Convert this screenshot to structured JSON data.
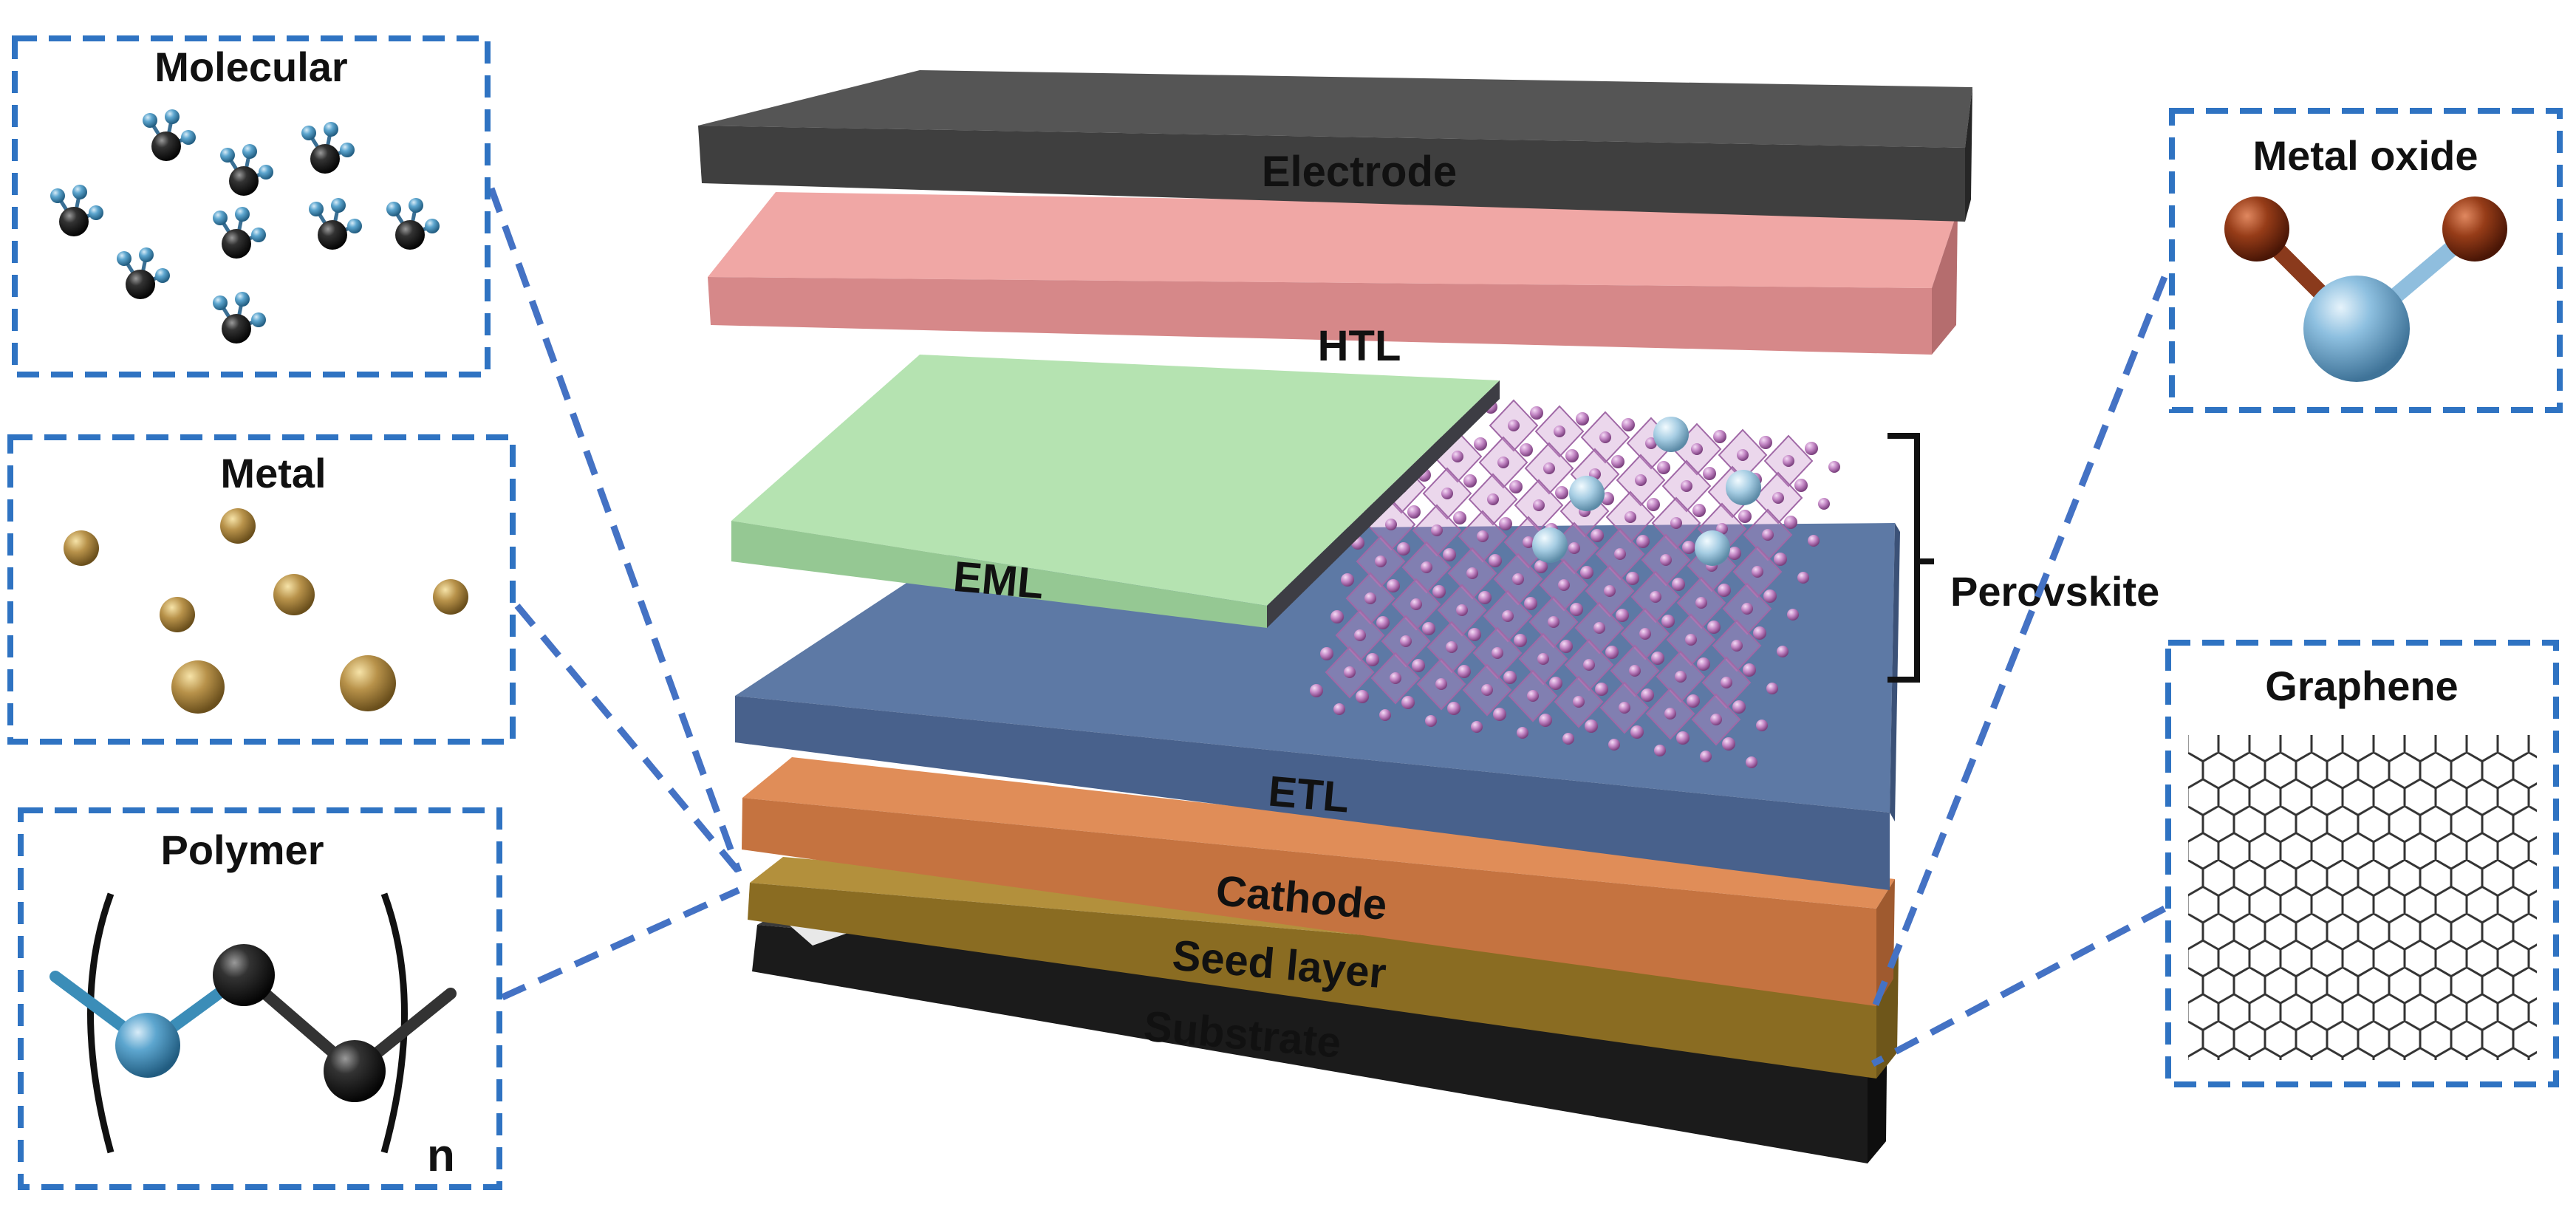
{
  "layers": {
    "electrode": "Electrode",
    "htl": "HTL",
    "eml": "EML",
    "etl": "ETL",
    "cathode": "Cathode",
    "seed": "Seed layer",
    "substrate": "Substrate",
    "perovskite": "Perovskite"
  },
  "materials": {
    "molecular": "Molecular",
    "metal": "Metal",
    "polymer": "Polymer",
    "polymer_subscript": "n",
    "metal_oxide": "Metal oxide",
    "graphene": "Graphene"
  },
  "colors": {
    "electrode": "#454545",
    "htl": "#e99d9d",
    "eml": "#a9dca6",
    "etl": "#5b77a3",
    "cathode": "#cf7c48",
    "seed": "#9a7a2a",
    "substrate": "#1d1d1d",
    "perovskite": "#c68bc9",
    "callout": "#2f73c2"
  }
}
